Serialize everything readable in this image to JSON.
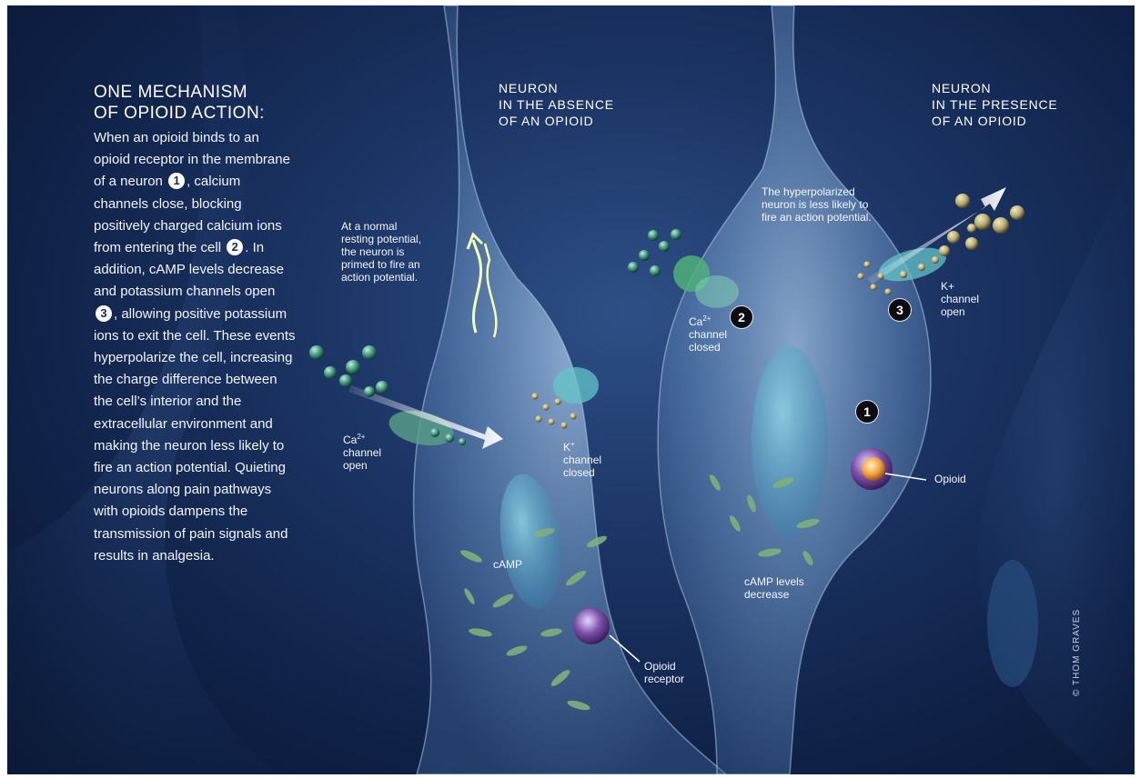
{
  "heading": {
    "line1": "ONE MECHANISM",
    "line2": "OF OPIOID ACTION:"
  },
  "body": {
    "p1": "When an opioid binds to an opioid receptor in the membrane of a neuron",
    "n1": "1",
    "p2": ", calcium channels close, blocking positively charged calcium ions from entering the cell",
    "n2": "2",
    "p3": ". In addition, cAMP levels decrease and potassium channels open",
    "n3": "3",
    "p4": ", allowing positive potassium ions to exit the cell. These events hyperpolarize the cell, increasing the charge difference between the cell’s interior and the extracellular environment and making the neuron less likely to fire an action potential. Quieting neurons along pain pathways with opioids dampens the transmission of pain signals and results in analgesia."
  },
  "left_neuron": {
    "title_l1": "NEURON",
    "title_l2": "IN THE ABSENCE",
    "title_l3": "OF AN OPIOID",
    "resting_l1": "At a normal",
    "resting_l2": "resting potential,",
    "resting_l3": "the neuron is",
    "resting_l4": "primed to fire an",
    "resting_l5": "action potential.",
    "ca_base": "Ca",
    "ca_sup": "2+",
    "ca_l2": "channel",
    "ca_l3": "open",
    "k_base": "K",
    "k_sup": "+",
    "k_l2": "channel",
    "k_l3": "closed",
    "camp": "cAMP",
    "receptor_l1": "Opioid",
    "receptor_l2": "receptor"
  },
  "right_neuron": {
    "title_l1": "NEURON",
    "title_l2": "IN THE PRESENCE",
    "title_l3": "OF AN OPIOID",
    "hyper_l1": "The hyperpolarized",
    "hyper_l2": "neuron is less likely to",
    "hyper_l3": "fire an action potential.",
    "ca_base": "Ca",
    "ca_sup": "2+",
    "ca_l2": "channel",
    "ca_l3": "closed",
    "ca_num": "2",
    "k_l1": "K+",
    "k_l2": "channel",
    "k_l3": "open",
    "k_num": "3",
    "opioid_num": "1",
    "opioid": "Opioid",
    "camp_l1": "cAMP levels",
    "camp_l2": "decrease"
  },
  "credit": "© THOM GRAVES",
  "colors": {
    "background_dark": "#0f2147",
    "cell_fill": "#6f97c6",
    "ca_ion": "#3f8f78",
    "k_ion": "#b8aa6e",
    "camp": "#7fb07a",
    "receptor": "#7a4fa8",
    "opioid": "#f0a13a"
  }
}
